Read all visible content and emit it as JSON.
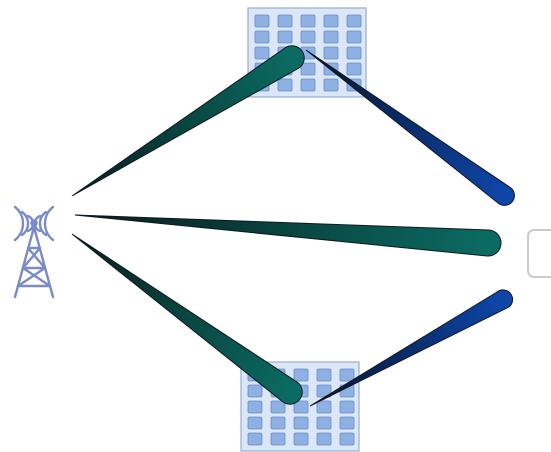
{
  "diagram": {
    "nodes": [
      {
        "id": "tower",
        "icon": "cell-tower-icon"
      },
      {
        "id": "ris-top",
        "icon": "reflective-surface-panel-icon",
        "grid": {
          "rows": 5,
          "cols": 5
        }
      },
      {
        "id": "ris-bottom",
        "icon": "reflective-surface-panel-icon",
        "grid": {
          "rows": 5,
          "cols": 5
        }
      },
      {
        "id": "receiver",
        "icon": "smartphone-icon"
      }
    ],
    "beams": [
      {
        "name": "beam-tower-to-ris-top",
        "from": "tower",
        "to": "ris-top",
        "gradient": "teal"
      },
      {
        "name": "beam-tower-to-receiver-direct",
        "from": "tower",
        "to": "receiver",
        "gradient": "teal"
      },
      {
        "name": "beam-tower-to-ris-bottom",
        "from": "tower",
        "to": "ris-bottom",
        "gradient": "teal"
      },
      {
        "name": "beam-ris-top-to-receiver",
        "from": "ris-top",
        "to": "receiver",
        "gradient": "blue"
      },
      {
        "name": "beam-ris-bottom-to-receiver",
        "from": "ris-bottom",
        "to": "receiver",
        "gradient": "blue"
      }
    ],
    "colors": {
      "tower": "#7b8bc7",
      "panel_fill": "#dbe7f6",
      "panel_border": "#97aed1",
      "cell_fill": "#8fb0e3",
      "cell_border": "#6a8bc6",
      "teal_start": "#071d1c",
      "teal_end": "#0b6b63",
      "blue_start": "#06132e",
      "blue_end": "#0e46a8",
      "beam_stroke": "#101820",
      "phone_border": "#c7ccd4"
    }
  }
}
